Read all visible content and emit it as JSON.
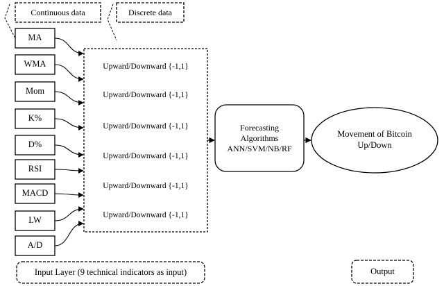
{
  "header": {
    "continuous_label": "Continuous data",
    "discrete_label": "Discrete data"
  },
  "indicators": [
    "MA",
    "WMA",
    "Mom",
    "K%",
    "D%",
    "RSI",
    "MACD",
    "LW",
    "A/D"
  ],
  "discrete_values": [
    "Upward/Downward {-1,1}",
    "Upward/Downward {-1,1}",
    "Upward/Downward {-1,1}",
    "Upward/Downward {-1,1}",
    "Upward/Downward {-1,1}",
    "Upward/Downward {-1,1}"
  ],
  "algorithms": {
    "line1": "Forecasting",
    "line2": "Algorithms",
    "line3": "ANN/SVM/NB/RF"
  },
  "output_node": {
    "line1": "Movement of Bitcoin",
    "line2": "Up/Down"
  },
  "footer": {
    "input_layer_label": "Input Layer (9 technical indicators as input)",
    "output_label": "Output"
  }
}
